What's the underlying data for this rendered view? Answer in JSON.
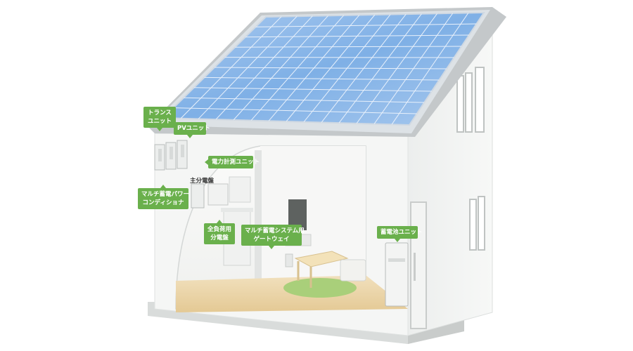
{
  "labels": {
    "trans_unit": [
      "トランス",
      "ユニット"
    ],
    "pv_unit": "PVユニット",
    "power_meter_unit": "電力計測ユニット",
    "main_panel": "主分電盤",
    "multi_power_conditioner": [
      "マルチ蓄電パワー",
      "コンディショナ"
    ],
    "full_load_panel": [
      "全負荷用",
      "分電盤"
    ],
    "gateway": [
      "マルチ蓄電システム用",
      "ゲートウェイ"
    ],
    "battery_unit": "蓄電池ユニット"
  },
  "colors": {
    "callout": "#6ab04c",
    "panel_cell": "#8fb8e8",
    "panel_frame": "#cfd8e2",
    "wall": "#f4f5f4",
    "wall_shade": "#e6e8e7",
    "floor": "#e9d3a8",
    "rug": "#a9cf7a",
    "roof_edge": "#b9bdbf"
  }
}
